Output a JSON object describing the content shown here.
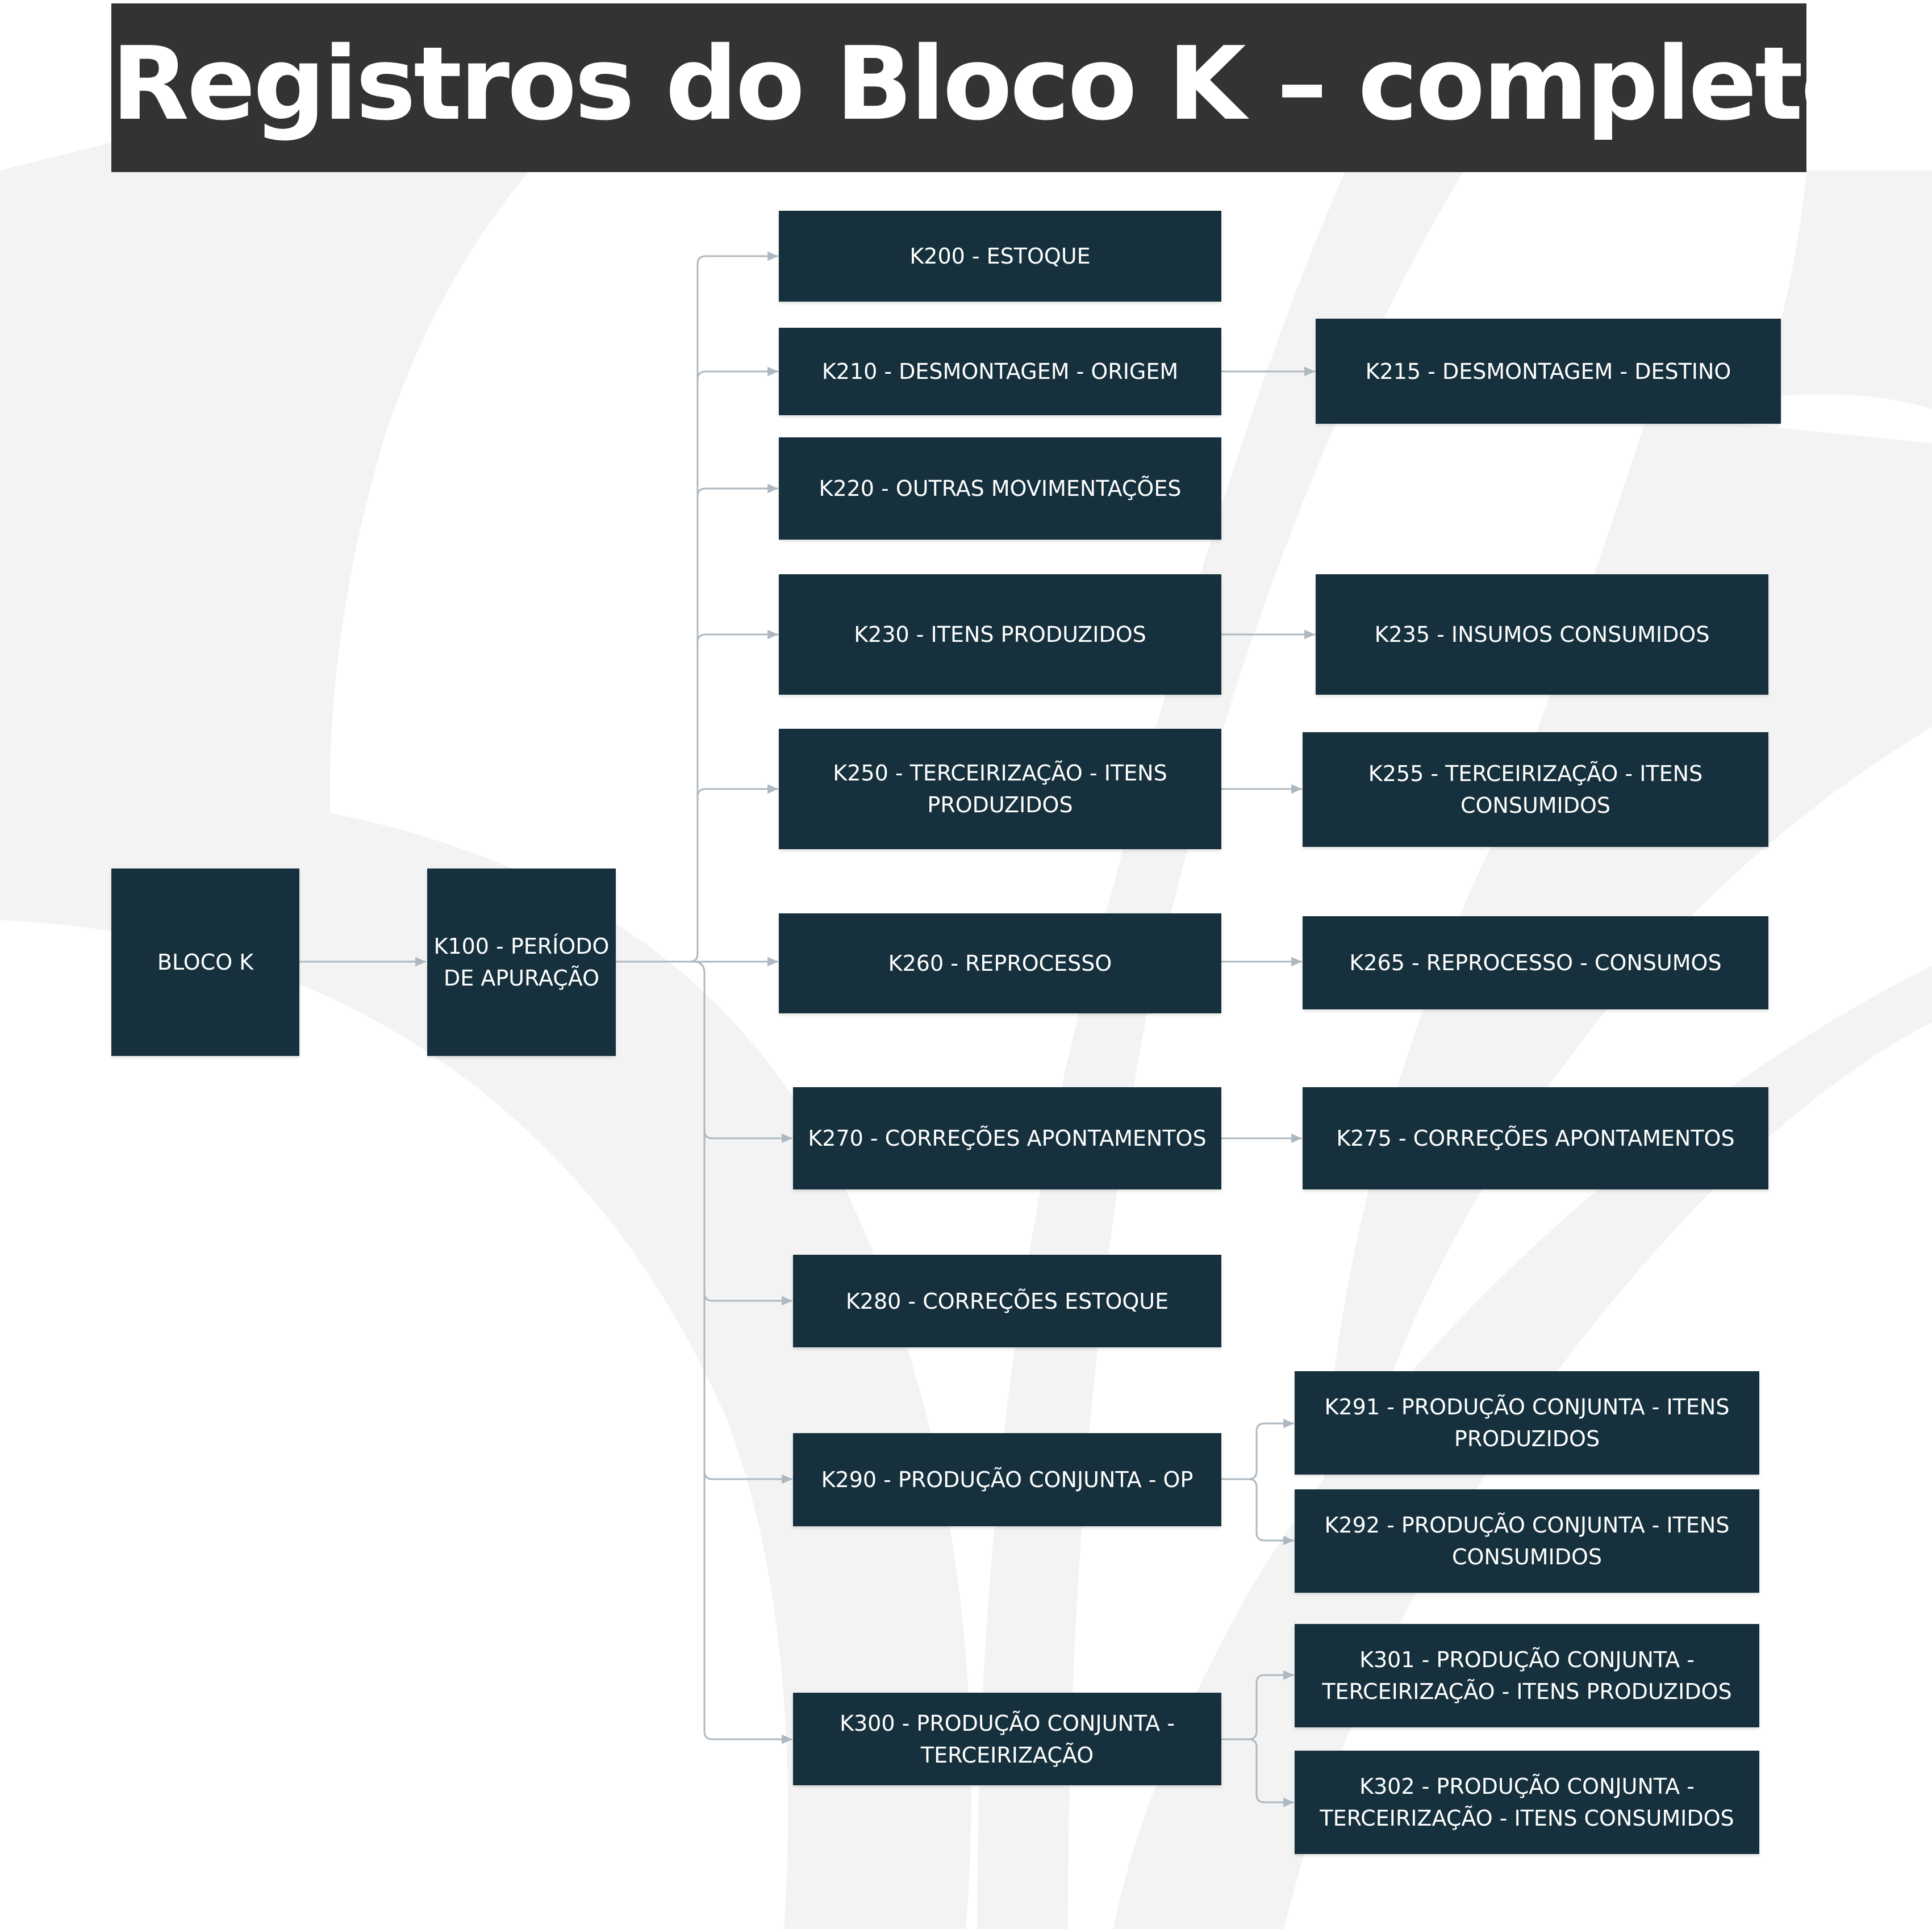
{
  "title": "Registros do Bloco K – completo",
  "colors": {
    "title_bg": "#333333",
    "title_text": "#ffffff",
    "node_bg": "#16313d",
    "node_text": "#ffffff",
    "connector": "#aeb8c0",
    "background": "#ffffff",
    "watermark": "#f3f3f3"
  },
  "nodes": {
    "bloco_k": "BLOCO K",
    "k100": "K100 - PERÍODO DE APURAÇÃO",
    "k200": "K200 - ESTOQUE",
    "k210": "K210 - DESMONTAGEM - ORIGEM",
    "k215": "K215 - DESMONTAGEM - DESTINO",
    "k220": "K220 - OUTRAS MOVIMENTAÇÕES",
    "k230": "K230 - ITENS PRODUZIDOS",
    "k235": "K235 - INSUMOS CONSUMIDOS",
    "k250": "K250 - TERCEIRIZAÇÃO - ITENS PRODUZIDOS",
    "k255": "K255 - TERCEIRIZAÇÃO - ITENS CONSUMIDOS",
    "k260": "K260 - REPROCESSO",
    "k265": "K265 - REPROCESSO - CONSUMOS",
    "k270": "K270 - CORREÇÕES APONTAMENTOS",
    "k275": "K275 - CORREÇÕES APONTAMENTOS",
    "k280": "K280 - CORREÇÕES ESTOQUE",
    "k290": "K290 - PRODUÇÃO CONJUNTA - OP",
    "k291": "K291 - PRODUÇÃO CONJUNTA - ITENS PRODUZIDOS",
    "k292": "K292 - PRODUÇÃO CONJUNTA - ITENS CONSUMIDOS",
    "k300": "K300 - PRODUÇÃO CONJUNTA - TERCEIRIZAÇÃO",
    "k301": "K301 - PRODUÇÃO CONJUNTA - TERCEIRIZAÇÃO - ITENS PRODUZIDOS",
    "k302": "K302 - PRODUÇÃO CONJUNTA - TERCEIRIZAÇÃO - ITENS CONSUMIDOS"
  },
  "edges": [
    [
      "bloco_k",
      "k100"
    ],
    [
      "k100",
      "k200"
    ],
    [
      "k100",
      "k210"
    ],
    [
      "k100",
      "k220"
    ],
    [
      "k100",
      "k230"
    ],
    [
      "k100",
      "k250"
    ],
    [
      "k100",
      "k260"
    ],
    [
      "k100",
      "k270"
    ],
    [
      "k100",
      "k280"
    ],
    [
      "k100",
      "k290"
    ],
    [
      "k100",
      "k300"
    ],
    [
      "k210",
      "k215"
    ],
    [
      "k230",
      "k235"
    ],
    [
      "k250",
      "k255"
    ],
    [
      "k260",
      "k265"
    ],
    [
      "k270",
      "k275"
    ],
    [
      "k290",
      "k291"
    ],
    [
      "k290",
      "k292"
    ],
    [
      "k300",
      "k301"
    ],
    [
      "k300",
      "k302"
    ]
  ]
}
